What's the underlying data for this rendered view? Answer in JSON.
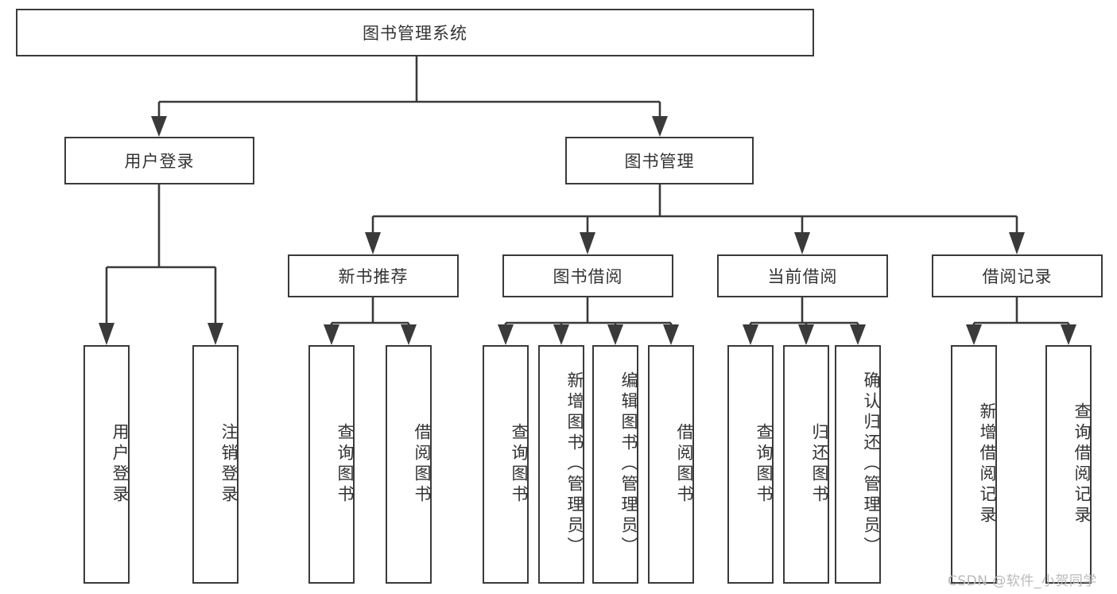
{
  "diagram": {
    "title_node": "图书管理系统",
    "type": "tree-hierarchy-diagram",
    "watermark": "CSDN @软件_小贺同学",
    "nodes": {
      "root": "图书管理系统",
      "level2": [
        "用户登录",
        "图书管理"
      ],
      "level3": [
        "新书推荐",
        "图书借阅",
        "当前借阅",
        "借阅记录"
      ],
      "leaves_user_login": [
        "用户登录",
        "注销登录"
      ],
      "leaves_new_book": [
        "查询图书",
        "借阅图书"
      ],
      "leaves_borrow": [
        "查询图书",
        "新增图书（管理员）",
        "编辑图书（管理员）",
        "借阅图书"
      ],
      "leaves_current": [
        "查询图书",
        "归还图书",
        "确认归还（管理员）"
      ],
      "leaves_record": [
        "新增借阅记录",
        "查询借阅记录"
      ]
    },
    "colors": {
      "border": "#3a3a3a",
      "background": "#ffffff",
      "text": "#333333",
      "watermark": "#b9b9b9"
    }
  }
}
